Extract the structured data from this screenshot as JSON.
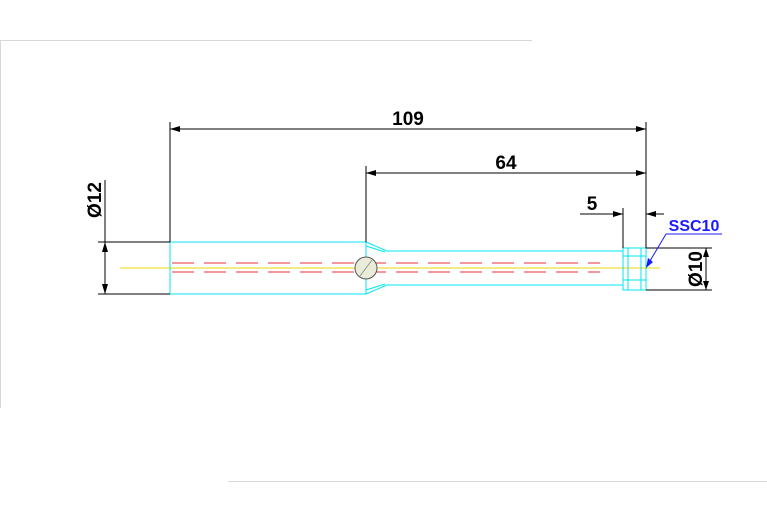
{
  "drawing": {
    "dimensions": {
      "overall_length": "109",
      "shank_length": "64",
      "tip_length": "5",
      "body_diameter": "Ø12",
      "tip_diameter": "Ø10"
    },
    "callout": "SSC10"
  },
  "colors": {
    "background": "#ffffff",
    "dimension": "#000000",
    "outline": "#00e5f0",
    "hidden": "#e8323c",
    "centerline": "#e8d800",
    "callout": "#1a1aff",
    "frame": "#d8d8d8"
  }
}
